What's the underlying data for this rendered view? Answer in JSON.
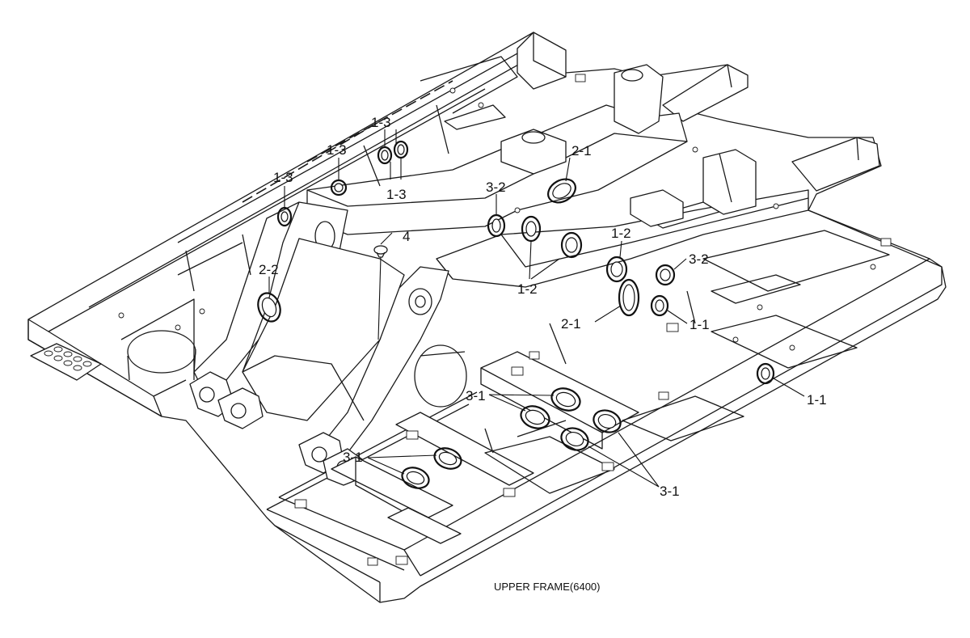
{
  "diagram": {
    "caption": "UPPER FRAME(6400)",
    "callouts": [
      {
        "id": "c1",
        "label": "1-3"
      },
      {
        "id": "c2",
        "label": "1-3"
      },
      {
        "id": "c3",
        "label": "1-3"
      },
      {
        "id": "c4",
        "label": "1-3"
      },
      {
        "id": "c5",
        "label": "2-1"
      },
      {
        "id": "c6",
        "label": "3-2"
      },
      {
        "id": "c7",
        "label": "4"
      },
      {
        "id": "c8",
        "label": "2-2"
      },
      {
        "id": "c9",
        "label": "1-2"
      },
      {
        "id": "c10",
        "label": "3-2"
      },
      {
        "id": "c11",
        "label": "1-2"
      },
      {
        "id": "c12",
        "label": "2-1"
      },
      {
        "id": "c13",
        "label": "1-1"
      },
      {
        "id": "c14",
        "label": "1-1"
      },
      {
        "id": "c15",
        "label": "3-1"
      },
      {
        "id": "c16",
        "label": "3-1"
      },
      {
        "id": "c17",
        "label": "3-1"
      }
    ]
  }
}
